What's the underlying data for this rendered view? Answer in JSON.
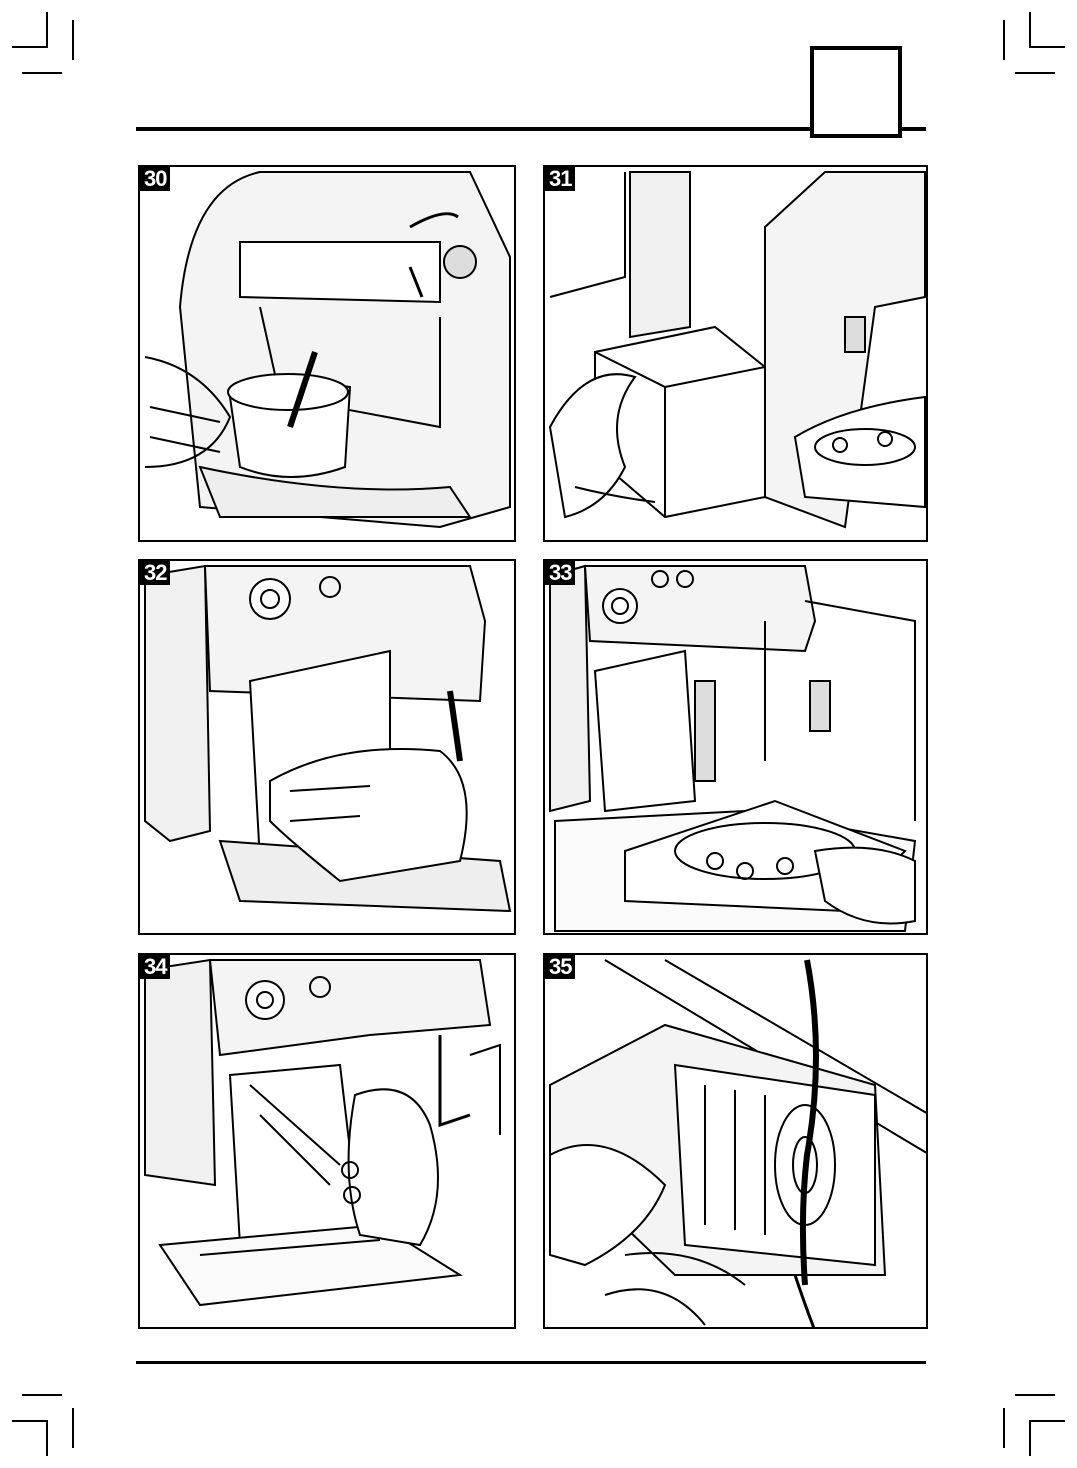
{
  "figures": [
    {
      "id": "30",
      "label": "30"
    },
    {
      "id": "31",
      "label": "31"
    },
    {
      "id": "32",
      "label": "32"
    },
    {
      "id": "33",
      "label": "33"
    },
    {
      "id": "34",
      "label": "34"
    },
    {
      "id": "35",
      "label": "35"
    }
  ],
  "colors": {
    "ink": "#000000",
    "paper": "#ffffff",
    "shade": "#e8e8e8"
  }
}
